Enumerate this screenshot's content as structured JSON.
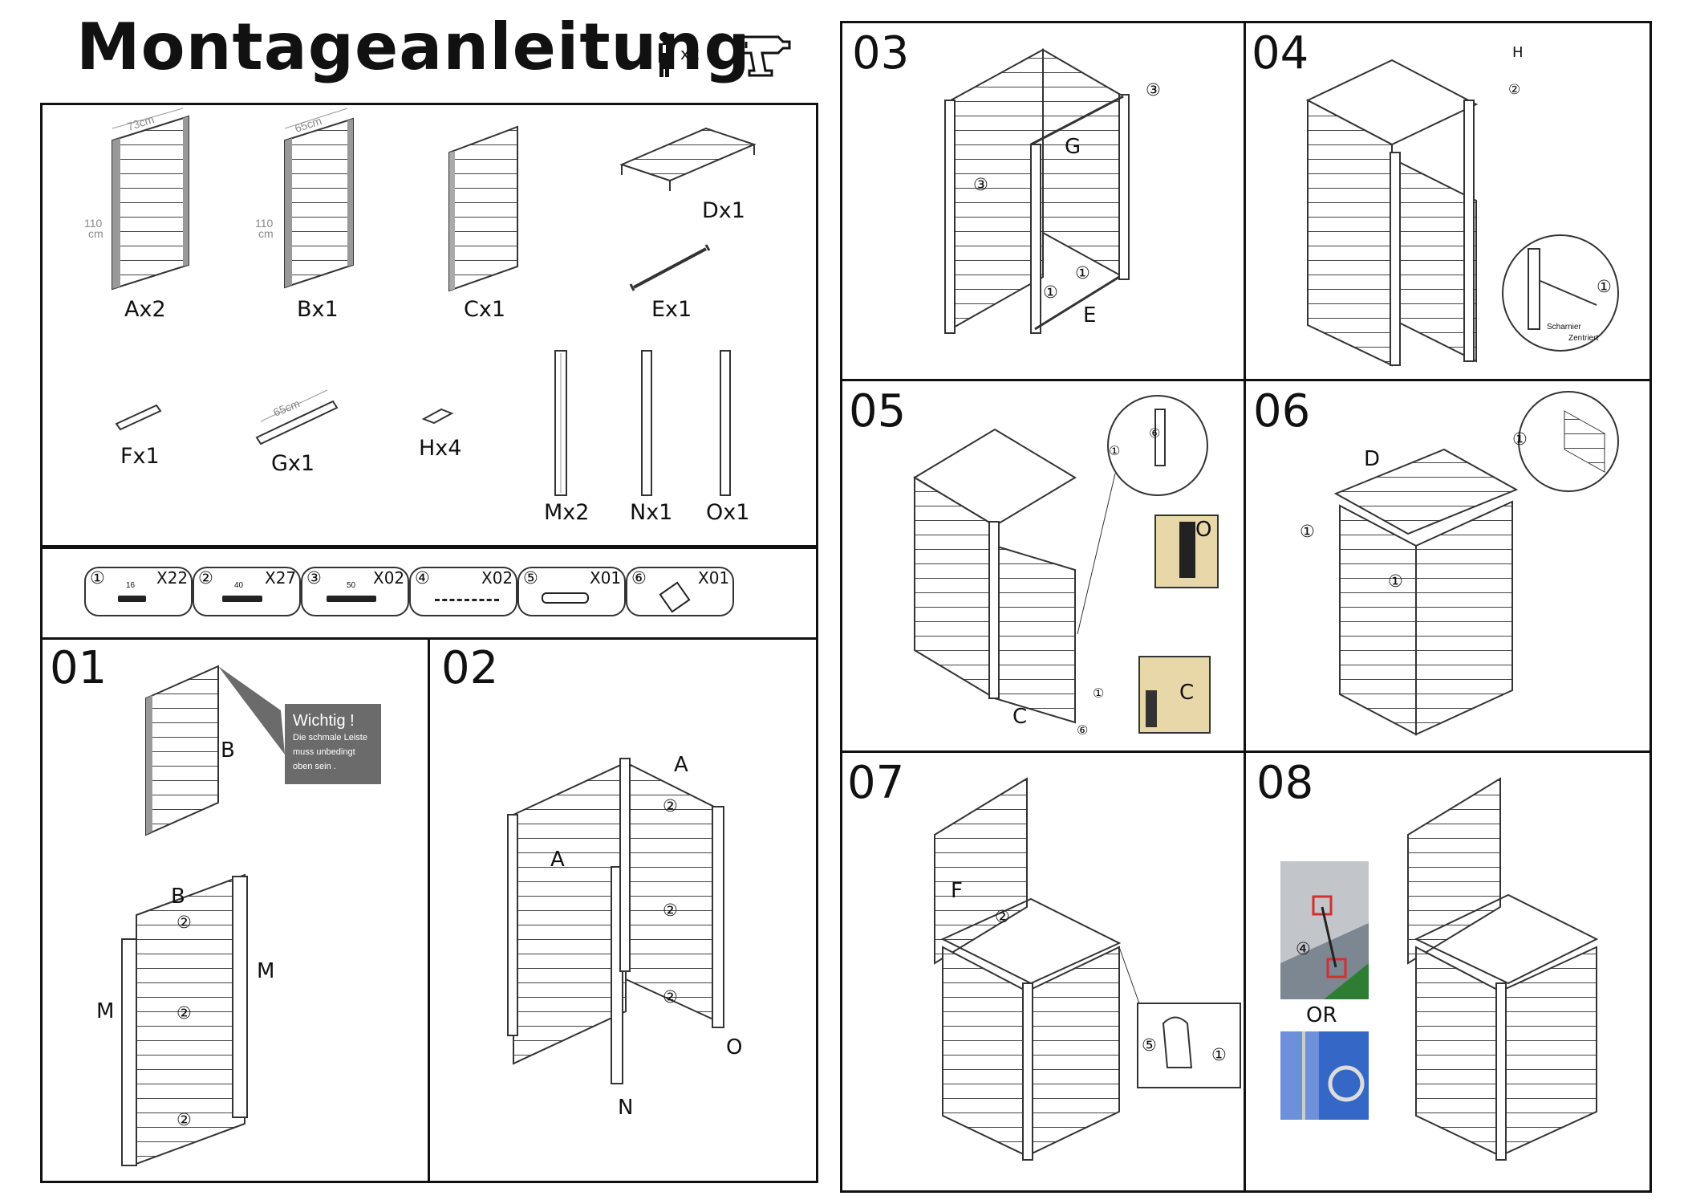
{
  "header": {
    "title": "Montageanleitung",
    "persons_label": "x2"
  },
  "parts": [
    {
      "label": "Ax2",
      "width_dim": "73cm",
      "height_dim_a": "110",
      "height_dim_b": "cm"
    },
    {
      "label": "Bx1",
      "width_dim": "65cm",
      "height_dim_a": "110",
      "height_dim_b": "cm"
    },
    {
      "label": "Cx1"
    },
    {
      "label": "Dx1"
    },
    {
      "label": "Ex1"
    },
    {
      "label": "Fx1"
    },
    {
      "label": "Gx1",
      "width_dim": "65cm"
    },
    {
      "label": "Hx4"
    },
    {
      "label": "Mx2"
    },
    {
      "label": "Nx1"
    },
    {
      "label": "Ox1"
    }
  ],
  "hardware": [
    {
      "num": "①",
      "qty": "X22",
      "size": "16"
    },
    {
      "num": "②",
      "qty": "X27",
      "size": "40"
    },
    {
      "num": "③",
      "qty": "X02",
      "size": "50"
    },
    {
      "num": "④",
      "qty": "X02"
    },
    {
      "num": "⑤",
      "qty": "X01"
    },
    {
      "num": "⑥",
      "qty": "X01"
    }
  ],
  "steps": {
    "s01": {
      "number": "01",
      "label_b_top": "B",
      "label_b": "B",
      "label_m_left": "M",
      "label_m_right": "M",
      "note_title": "Wichtig !",
      "note_line1": "Die schmale Leiste",
      "note_line2": "muss unbedingt",
      "note_line3": "oben sein ."
    },
    "s02": {
      "number": "02",
      "label_a_top": "A",
      "label_a_left": "A",
      "label_o": "O",
      "label_n": "N"
    },
    "s03": {
      "number": "03",
      "label_g": "G",
      "label_e": "E"
    },
    "s04": {
      "number": "04",
      "label_h": "H",
      "inset_text1": "Scharnier",
      "inset_text2": "Zentriert"
    },
    "s05": {
      "number": "05",
      "label_c": "C",
      "photo_o": "O",
      "photo_c": "C"
    },
    "s06": {
      "number": "06",
      "label_d": "D"
    },
    "s07": {
      "number": "07",
      "label_f": "F"
    },
    "s08": {
      "number": "08",
      "or_text": "OR"
    }
  },
  "circled": {
    "one": "①",
    "two": "②",
    "three": "③",
    "four": "④",
    "five": "⑤",
    "six": "⑥"
  }
}
